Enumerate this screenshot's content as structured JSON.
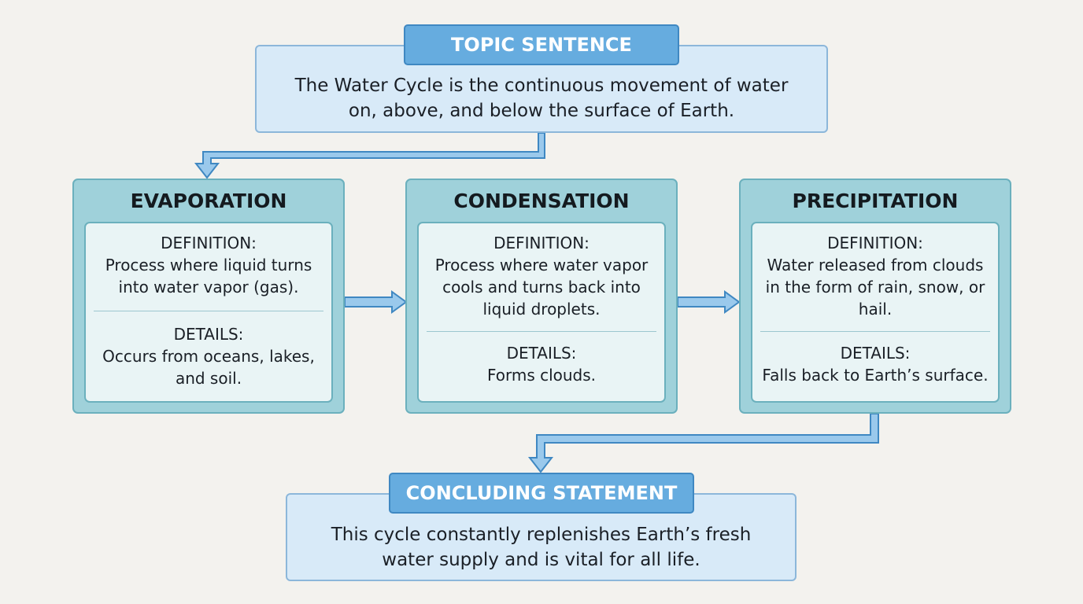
{
  "topic": {
    "header": "TOPIC SENTENCE",
    "text": "The Water Cycle is the continuous movement of water\non, above, and below the surface of Earth."
  },
  "steps": [
    {
      "title": "EVAPORATION",
      "definition_label": "DEFINITION:",
      "definition": "Process where liquid turns\ninto water vapor (gas).",
      "details_label": "DETAILS:",
      "details": "Occurs from oceans, lakes,\nand soil."
    },
    {
      "title": "CONDENSATION",
      "definition_label": "DEFINITION:",
      "definition": "Process where water vapor\ncools and turns back into\nliquid droplets.",
      "details_label": "DETAILS:",
      "details": "Forms clouds."
    },
    {
      "title": "PRECIPITATION",
      "definition_label": "DEFINITION:",
      "definition": "Water released from clouds\nin the form of rain, snow, or\nhail.",
      "details_label": "DETAILS:",
      "details": "Falls back to Earth’s surface."
    }
  ],
  "conclusion": {
    "header": "CONCLUDING STATEMENT",
    "text": "This cycle constantly replenishes Earth’s fresh\nwater supply and is vital for all life."
  },
  "colors": {
    "background": "#f3f2ee",
    "header_tab": "#66acdf",
    "statement_box": "#d8eaf8",
    "step_card": "#9fd1da",
    "step_inner": "#e9f4f5",
    "connector_fill": "#9ac9ec",
    "connector_stroke": "#3f88c2"
  }
}
